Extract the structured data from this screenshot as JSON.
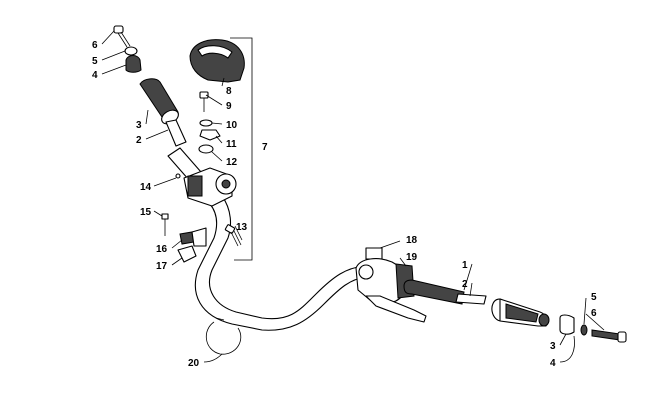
{
  "diagram": {
    "callouts": [
      {
        "id": "c6a",
        "label": "6"
      },
      {
        "id": "c5a",
        "label": "5"
      },
      {
        "id": "c4a",
        "label": "4"
      },
      {
        "id": "c3a",
        "label": "3"
      },
      {
        "id": "c2a",
        "label": "2"
      },
      {
        "id": "c8",
        "label": "8"
      },
      {
        "id": "c9",
        "label": "9"
      },
      {
        "id": "c10",
        "label": "10"
      },
      {
        "id": "c11",
        "label": "11"
      },
      {
        "id": "c12",
        "label": "12"
      },
      {
        "id": "c7",
        "label": "7"
      },
      {
        "id": "c14",
        "label": "14"
      },
      {
        "id": "c15",
        "label": "15"
      },
      {
        "id": "c13",
        "label": "13"
      },
      {
        "id": "c16",
        "label": "16"
      },
      {
        "id": "c17",
        "label": "17"
      },
      {
        "id": "c18",
        "label": "18"
      },
      {
        "id": "c19",
        "label": "19"
      },
      {
        "id": "c1",
        "label": "1"
      },
      {
        "id": "c2b",
        "label": "2"
      },
      {
        "id": "c5b",
        "label": "5"
      },
      {
        "id": "c6b",
        "label": "6"
      },
      {
        "id": "c3b",
        "label": "3"
      },
      {
        "id": "c4b",
        "label": "4"
      },
      {
        "id": "c20",
        "label": "20"
      }
    ]
  }
}
